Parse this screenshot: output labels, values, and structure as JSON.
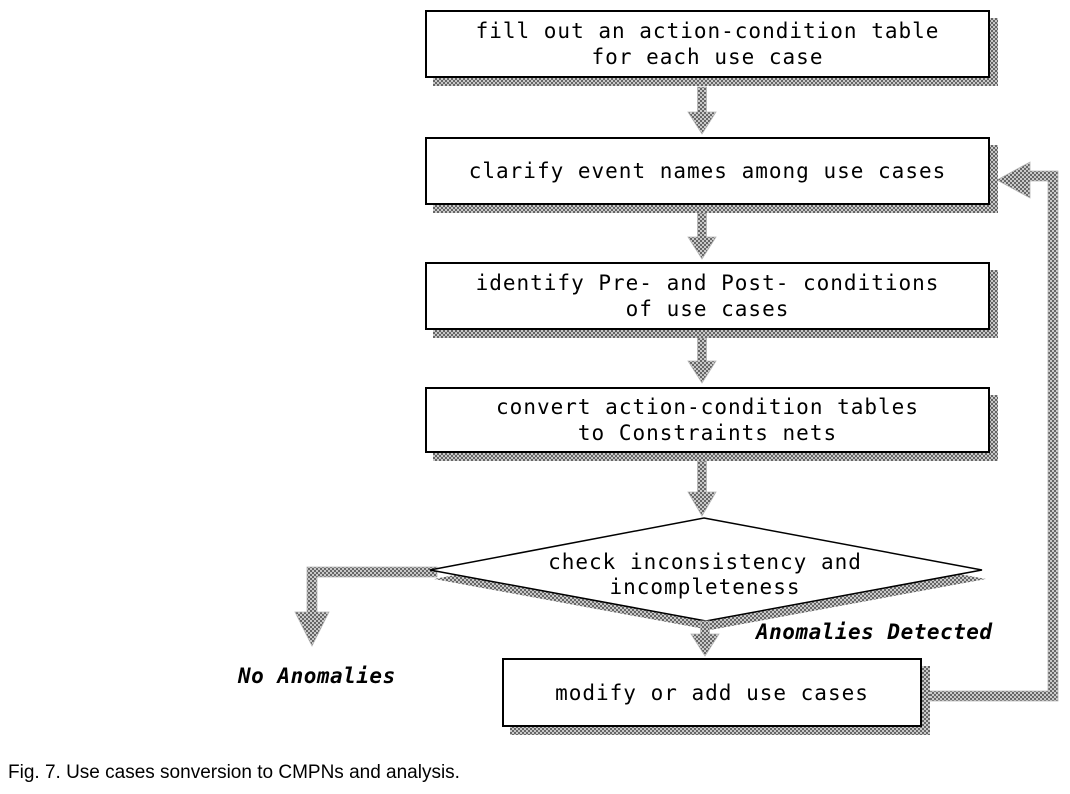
{
  "figure": {
    "caption": "Fig. 7. Use cases sonversion to CMPNs and analysis."
  },
  "flowchart": {
    "nodes": [
      {
        "id": "step1",
        "shape": "rect",
        "line1": "fill out an action-condition table",
        "line2": "for each use case"
      },
      {
        "id": "step2",
        "shape": "rect",
        "line1": "clarify event names among use cases",
        "line2": ""
      },
      {
        "id": "step3",
        "shape": "rect",
        "line1": "identify Pre- and Post- conditions",
        "line2": "of use cases"
      },
      {
        "id": "step4",
        "shape": "rect",
        "line1": "convert action-condition tables",
        "line2": "to Constraints nets"
      },
      {
        "id": "decision",
        "shape": "diamond",
        "line1": "check inconsistency and",
        "line2": "incompleteness"
      },
      {
        "id": "step5",
        "shape": "rect",
        "line1": "modify or add use cases",
        "line2": ""
      }
    ],
    "connectors": [
      {
        "from": "step1",
        "to": "step2",
        "type": "arrow-down"
      },
      {
        "from": "step2",
        "to": "step3",
        "type": "arrow-down"
      },
      {
        "from": "step3",
        "to": "step4",
        "type": "arrow-down"
      },
      {
        "from": "step4",
        "to": "decision",
        "type": "arrow-down"
      },
      {
        "from": "decision",
        "to": "exit-left",
        "type": "arrow-left-down",
        "label": "No Anomalies"
      },
      {
        "from": "decision",
        "to": "step5",
        "type": "arrow-down",
        "label": "Anomalies Detected"
      },
      {
        "from": "step5",
        "to": "step2",
        "type": "feedback-right-up"
      }
    ],
    "branch_labels": {
      "no": "No Anomalies",
      "yes": "Anomalies Detected"
    }
  },
  "colors": {
    "background": "#ffffff",
    "border": "#000000",
    "text": "#000000",
    "shadow_dark": "#666666",
    "shadow_light": "#c9c9c9"
  }
}
